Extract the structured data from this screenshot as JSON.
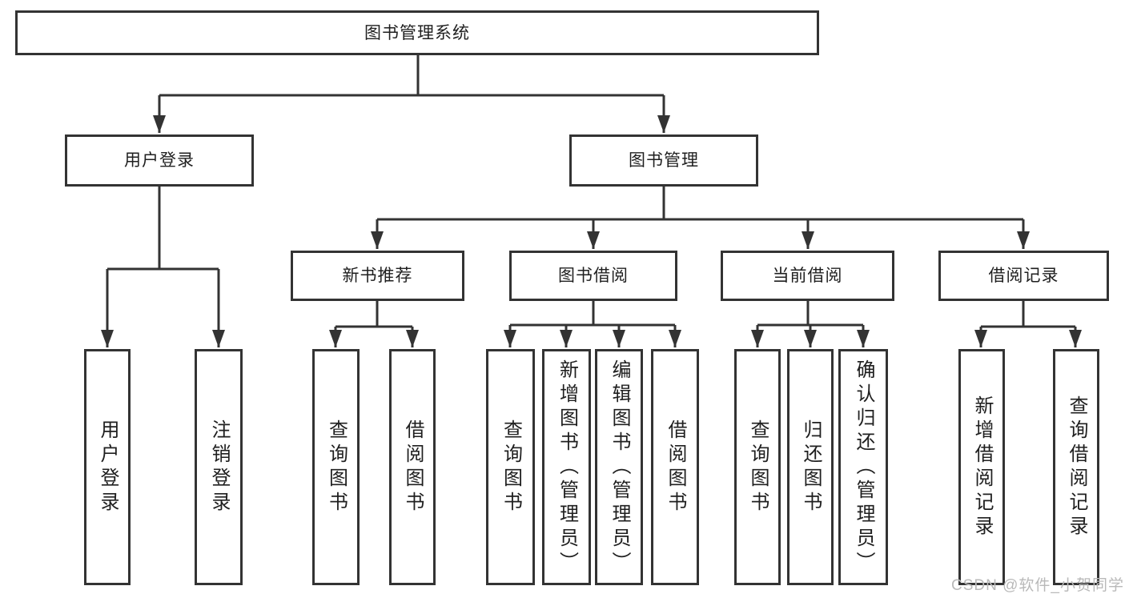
{
  "diagram_type": "hierarchy-tree",
  "tree": {
    "root": {
      "label": "图书管理系统"
    },
    "login": {
      "label": "用户登录",
      "children": [
        {
          "label": "用户登录"
        },
        {
          "label": "注销登录"
        }
      ]
    },
    "mgmt": {
      "label": "图书管理"
    },
    "newbook": {
      "label": "新书推荐",
      "children": [
        {
          "label": "查询图书"
        },
        {
          "label": "借阅图书"
        }
      ]
    },
    "borrow": {
      "label": "图书借阅",
      "children": [
        {
          "label": "查询图书"
        },
        {
          "label": "新增图书（管理员）"
        },
        {
          "label": "编辑图书（管理员）"
        },
        {
          "label": "借阅图书"
        }
      ]
    },
    "current": {
      "label": "当前借阅",
      "children": [
        {
          "label": "查询图书"
        },
        {
          "label": "归还图书"
        },
        {
          "label": "确认归还（管理员）"
        }
      ]
    },
    "records": {
      "label": "借阅记录",
      "children": [
        {
          "label": "新增借阅记录"
        },
        {
          "label": "查询借阅记录"
        }
      ]
    }
  },
  "watermark": {
    "text": "CSDN @软件_小贺同学"
  },
  "colors": {
    "line": "#333333",
    "text": "#1f1f1f",
    "watermark": "#b9b9b9",
    "background": "#ffffff"
  }
}
